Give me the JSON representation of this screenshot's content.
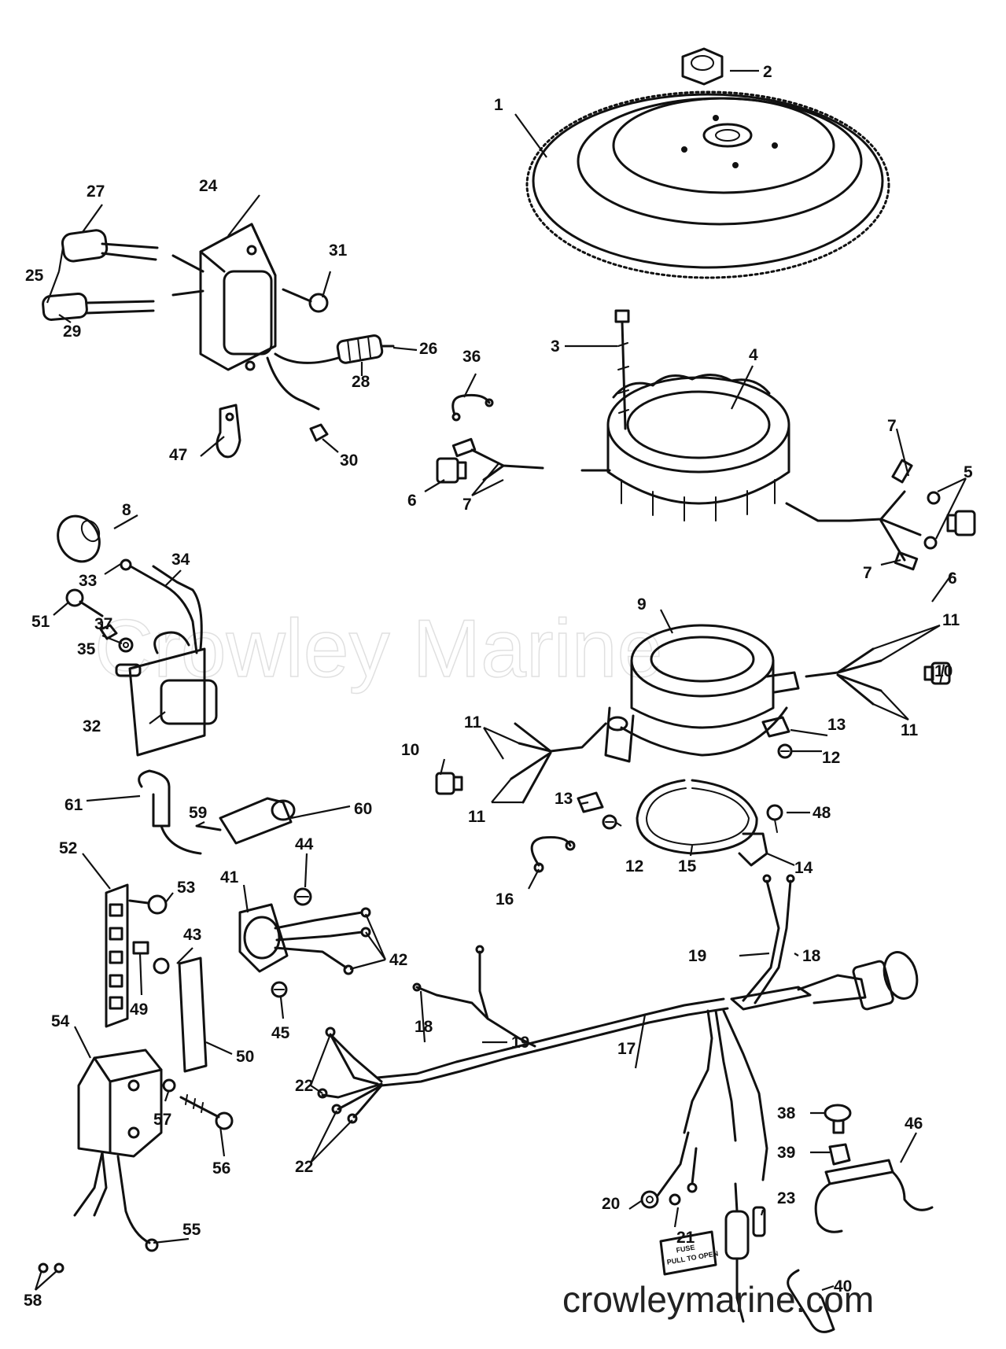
{
  "watermark": "Crowley Marine",
  "site_url": "crowleymarine.com",
  "fuse_tag": [
    "FUSE",
    "PULL TO OPEN"
  ],
  "callouts": [
    {
      "id": "c1",
      "text": "1"
    },
    {
      "id": "c2",
      "text": "2"
    },
    {
      "id": "c3",
      "text": "3"
    },
    {
      "id": "c4",
      "text": "4"
    },
    {
      "id": "c5",
      "text": "5"
    },
    {
      "id": "c6a",
      "text": "6"
    },
    {
      "id": "c6b",
      "text": "6"
    },
    {
      "id": "c7a",
      "text": "7"
    },
    {
      "id": "c7b",
      "text": "7"
    },
    {
      "id": "c7c",
      "text": "7"
    },
    {
      "id": "c8",
      "text": "8"
    },
    {
      "id": "c9",
      "text": "9"
    },
    {
      "id": "c10a",
      "text": "10"
    },
    {
      "id": "c10b",
      "text": "10"
    },
    {
      "id": "c11a",
      "text": "11"
    },
    {
      "id": "c11b",
      "text": "11"
    },
    {
      "id": "c11c",
      "text": "11"
    },
    {
      "id": "c11d",
      "text": "11"
    },
    {
      "id": "c12a",
      "text": "12"
    },
    {
      "id": "c12b",
      "text": "12"
    },
    {
      "id": "c13a",
      "text": "13"
    },
    {
      "id": "c13b",
      "text": "13"
    },
    {
      "id": "c14",
      "text": "14"
    },
    {
      "id": "c15",
      "text": "15"
    },
    {
      "id": "c16",
      "text": "16"
    },
    {
      "id": "c17",
      "text": "17"
    },
    {
      "id": "c18a",
      "text": "18"
    },
    {
      "id": "c18b",
      "text": "18"
    },
    {
      "id": "c19a",
      "text": "19"
    },
    {
      "id": "c19b",
      "text": "19"
    },
    {
      "id": "c20",
      "text": "20"
    },
    {
      "id": "c21",
      "text": "21"
    },
    {
      "id": "c22a",
      "text": "22"
    },
    {
      "id": "c22b",
      "text": "22"
    },
    {
      "id": "c23",
      "text": "23"
    },
    {
      "id": "c24",
      "text": "24"
    },
    {
      "id": "c25",
      "text": "25"
    },
    {
      "id": "c26",
      "text": "26"
    },
    {
      "id": "c27",
      "text": "27"
    },
    {
      "id": "c28",
      "text": "28"
    },
    {
      "id": "c29",
      "text": "29"
    },
    {
      "id": "c30",
      "text": "30"
    },
    {
      "id": "c31",
      "text": "31"
    },
    {
      "id": "c32",
      "text": "32"
    },
    {
      "id": "c33",
      "text": "33"
    },
    {
      "id": "c34",
      "text": "34"
    },
    {
      "id": "c35",
      "text": "35"
    },
    {
      "id": "c36",
      "text": "36"
    },
    {
      "id": "c37",
      "text": "37"
    },
    {
      "id": "c38",
      "text": "38"
    },
    {
      "id": "c39",
      "text": "39"
    },
    {
      "id": "c40",
      "text": "40"
    },
    {
      "id": "c41",
      "text": "41"
    },
    {
      "id": "c42",
      "text": "42"
    },
    {
      "id": "c43",
      "text": "43"
    },
    {
      "id": "c44",
      "text": "44"
    },
    {
      "id": "c45",
      "text": "45"
    },
    {
      "id": "c46",
      "text": "46"
    },
    {
      "id": "c47",
      "text": "47"
    },
    {
      "id": "c48",
      "text": "48"
    },
    {
      "id": "c49",
      "text": "49"
    },
    {
      "id": "c50",
      "text": "50"
    },
    {
      "id": "c51",
      "text": "51"
    },
    {
      "id": "c52",
      "text": "52"
    },
    {
      "id": "c53",
      "text": "53"
    },
    {
      "id": "c54",
      "text": "54"
    },
    {
      "id": "c55",
      "text": "55"
    },
    {
      "id": "c56",
      "text": "56"
    },
    {
      "id": "c57",
      "text": "57"
    },
    {
      "id": "c58",
      "text": "58"
    },
    {
      "id": "c59",
      "text": "59"
    },
    {
      "id": "c60",
      "text": "60"
    },
    {
      "id": "c61",
      "text": "61"
    }
  ]
}
